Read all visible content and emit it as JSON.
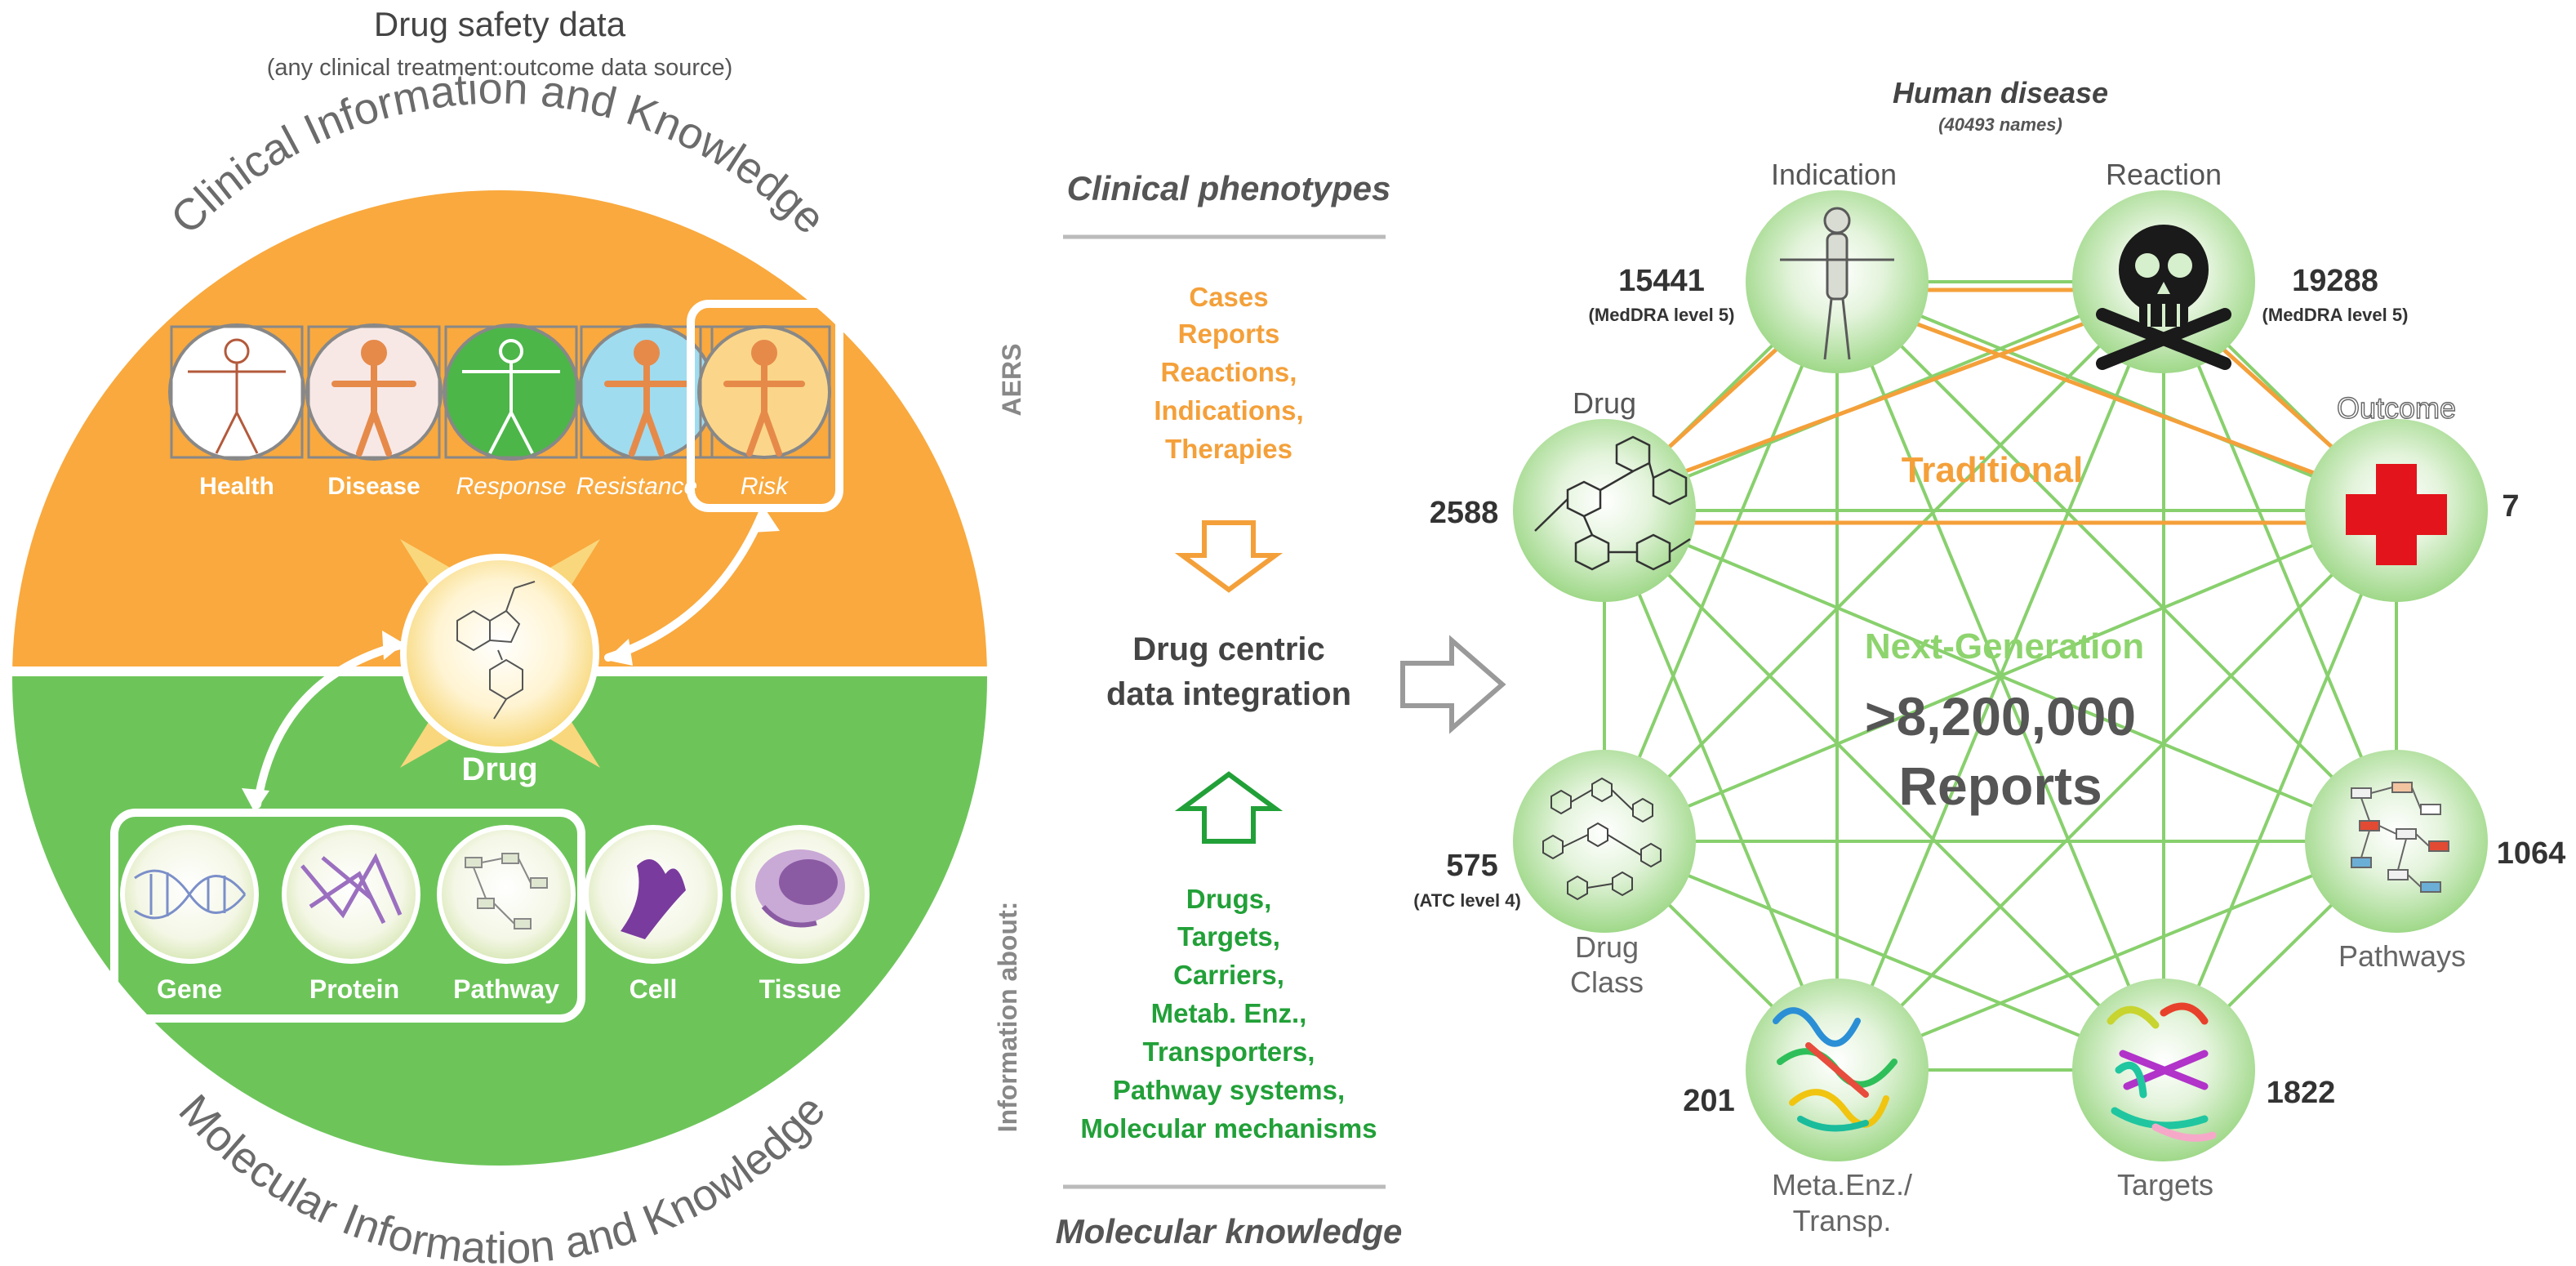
{
  "left_panel": {
    "title": "Drug safety data",
    "subtitle": "(any clinical treatment:outcome data source)",
    "top_arc_label": "Clinical Information and Knowledge",
    "bottom_arc_label": "Molecular Information and Knowledge",
    "human_states": [
      {
        "label": "Health",
        "style": "bold"
      },
      {
        "label": "Disease",
        "style": "bold"
      },
      {
        "label": "Response",
        "style": "italic"
      },
      {
        "label": "Resistance",
        "style": "italic"
      },
      {
        "label": "Risk",
        "style": "italic"
      }
    ],
    "center_label": "Drug",
    "molecular_levels": [
      {
        "label": "Gene"
      },
      {
        "label": "Protein"
      },
      {
        "label": "Pathway"
      },
      {
        "label": "Cell"
      },
      {
        "label": "Tissue"
      }
    ],
    "colors": {
      "clinical": "#F9A93E",
      "molecular": "#6DC55A",
      "risk_box": "#ffffff"
    }
  },
  "middle_panel": {
    "top_heading": "Clinical phenotypes",
    "side_label_top": "AERS",
    "clinical_items": [
      "Cases",
      "Reports",
      "Reactions,",
      "Indications,",
      "Therapies"
    ],
    "center_text": [
      "Drug centric",
      "data integration"
    ],
    "molecular_items": [
      "Drugs,",
      "Targets,",
      "Carriers,",
      "Metab. Enz.,",
      "Transporters,",
      "Pathway systems,",
      "Molecular mechanisms"
    ],
    "side_label_bottom": "Information about:",
    "bottom_heading": "Molecular knowledge",
    "colors": {
      "clinical_text": "#F4A03A",
      "molecular_text": "#22A038"
    }
  },
  "right_panel": {
    "top_heading": "Human disease",
    "top_subheading": "(40493 names)",
    "traditional_label": "Traditional",
    "nextgen_label": "Next-Generation",
    "reports_count": ">8,200,000",
    "reports_label": "Reports",
    "nodes": [
      {
        "id": "indication",
        "name": "Indication",
        "count": "15441",
        "note": "(MedDRA level 5)",
        "icon": "human-figure-icon"
      },
      {
        "id": "reaction",
        "name": "Reaction",
        "count": "19288",
        "note": "(MedDRA level 5)",
        "icon": "skull-crossbones-icon"
      },
      {
        "id": "drug",
        "name": "Drug",
        "count": "2588",
        "note": "",
        "icon": "molecule-structure-icon"
      },
      {
        "id": "outcome",
        "name": "Outcome",
        "count": "7",
        "note": "",
        "icon": "red-cross-icon"
      },
      {
        "id": "drugclass",
        "name": [
          "Drug",
          "Class"
        ],
        "count": "575",
        "note": "(ATC level 4)",
        "icon": "molecule-set-icon"
      },
      {
        "id": "pathways",
        "name": "Pathways",
        "count": "1064",
        "note": "",
        "icon": "pathway-map-icon"
      },
      {
        "id": "metaenz",
        "name": [
          "Meta.Enz./",
          "Transp."
        ],
        "count": "201",
        "note": "",
        "icon": "protein-ribbon-icon"
      },
      {
        "id": "targets",
        "name": "Targets",
        "count": "1822",
        "note": "",
        "icon": "protein-ribbon-icon"
      }
    ],
    "colors": {
      "traditional": "#F4A03A",
      "nextgen": "#8ED46E",
      "edge_green": "#7CCB5E",
      "edge_orange": "#F4A03A",
      "outcome_cross": "#E3141B"
    }
  }
}
